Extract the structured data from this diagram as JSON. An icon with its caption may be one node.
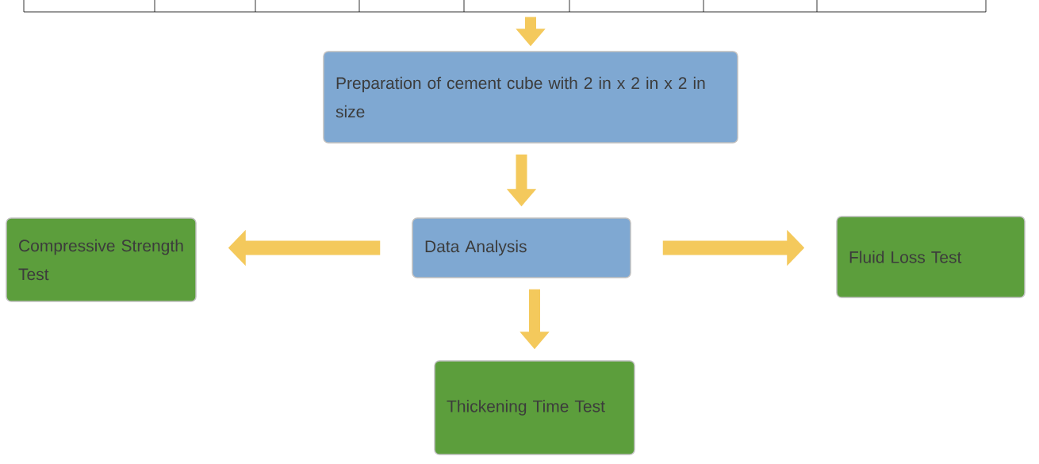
{
  "diagram": {
    "nodes": [
      {
        "text": [],
        "shape": "box"
      },
      {
        "text": [
          "Preparation of cement cube with 2 in x 2 in x 2 in size"
        ]
      },
      {
        "text": [
          "Data Analysis"
        ]
      },
      {
        "text": [
          "Compressive Strength Test"
        ]
      },
      {
        "text": [
          "Fluid Loss Test"
        ]
      },
      {
        "text": [
          "Thickening Time Test"
        ]
      }
    ],
    "edges": [
      {
        "from": 0,
        "to": 1,
        "arrow": "to"
      },
      {
        "from": 1,
        "to": 2,
        "arrow": "to"
      },
      {
        "from": 2,
        "to": 3,
        "arrow": "to"
      },
      {
        "from": 2,
        "to": 4,
        "arrow": "to"
      },
      {
        "from": 2,
        "to": 5,
        "arrow": "to"
      }
    ]
  }
}
